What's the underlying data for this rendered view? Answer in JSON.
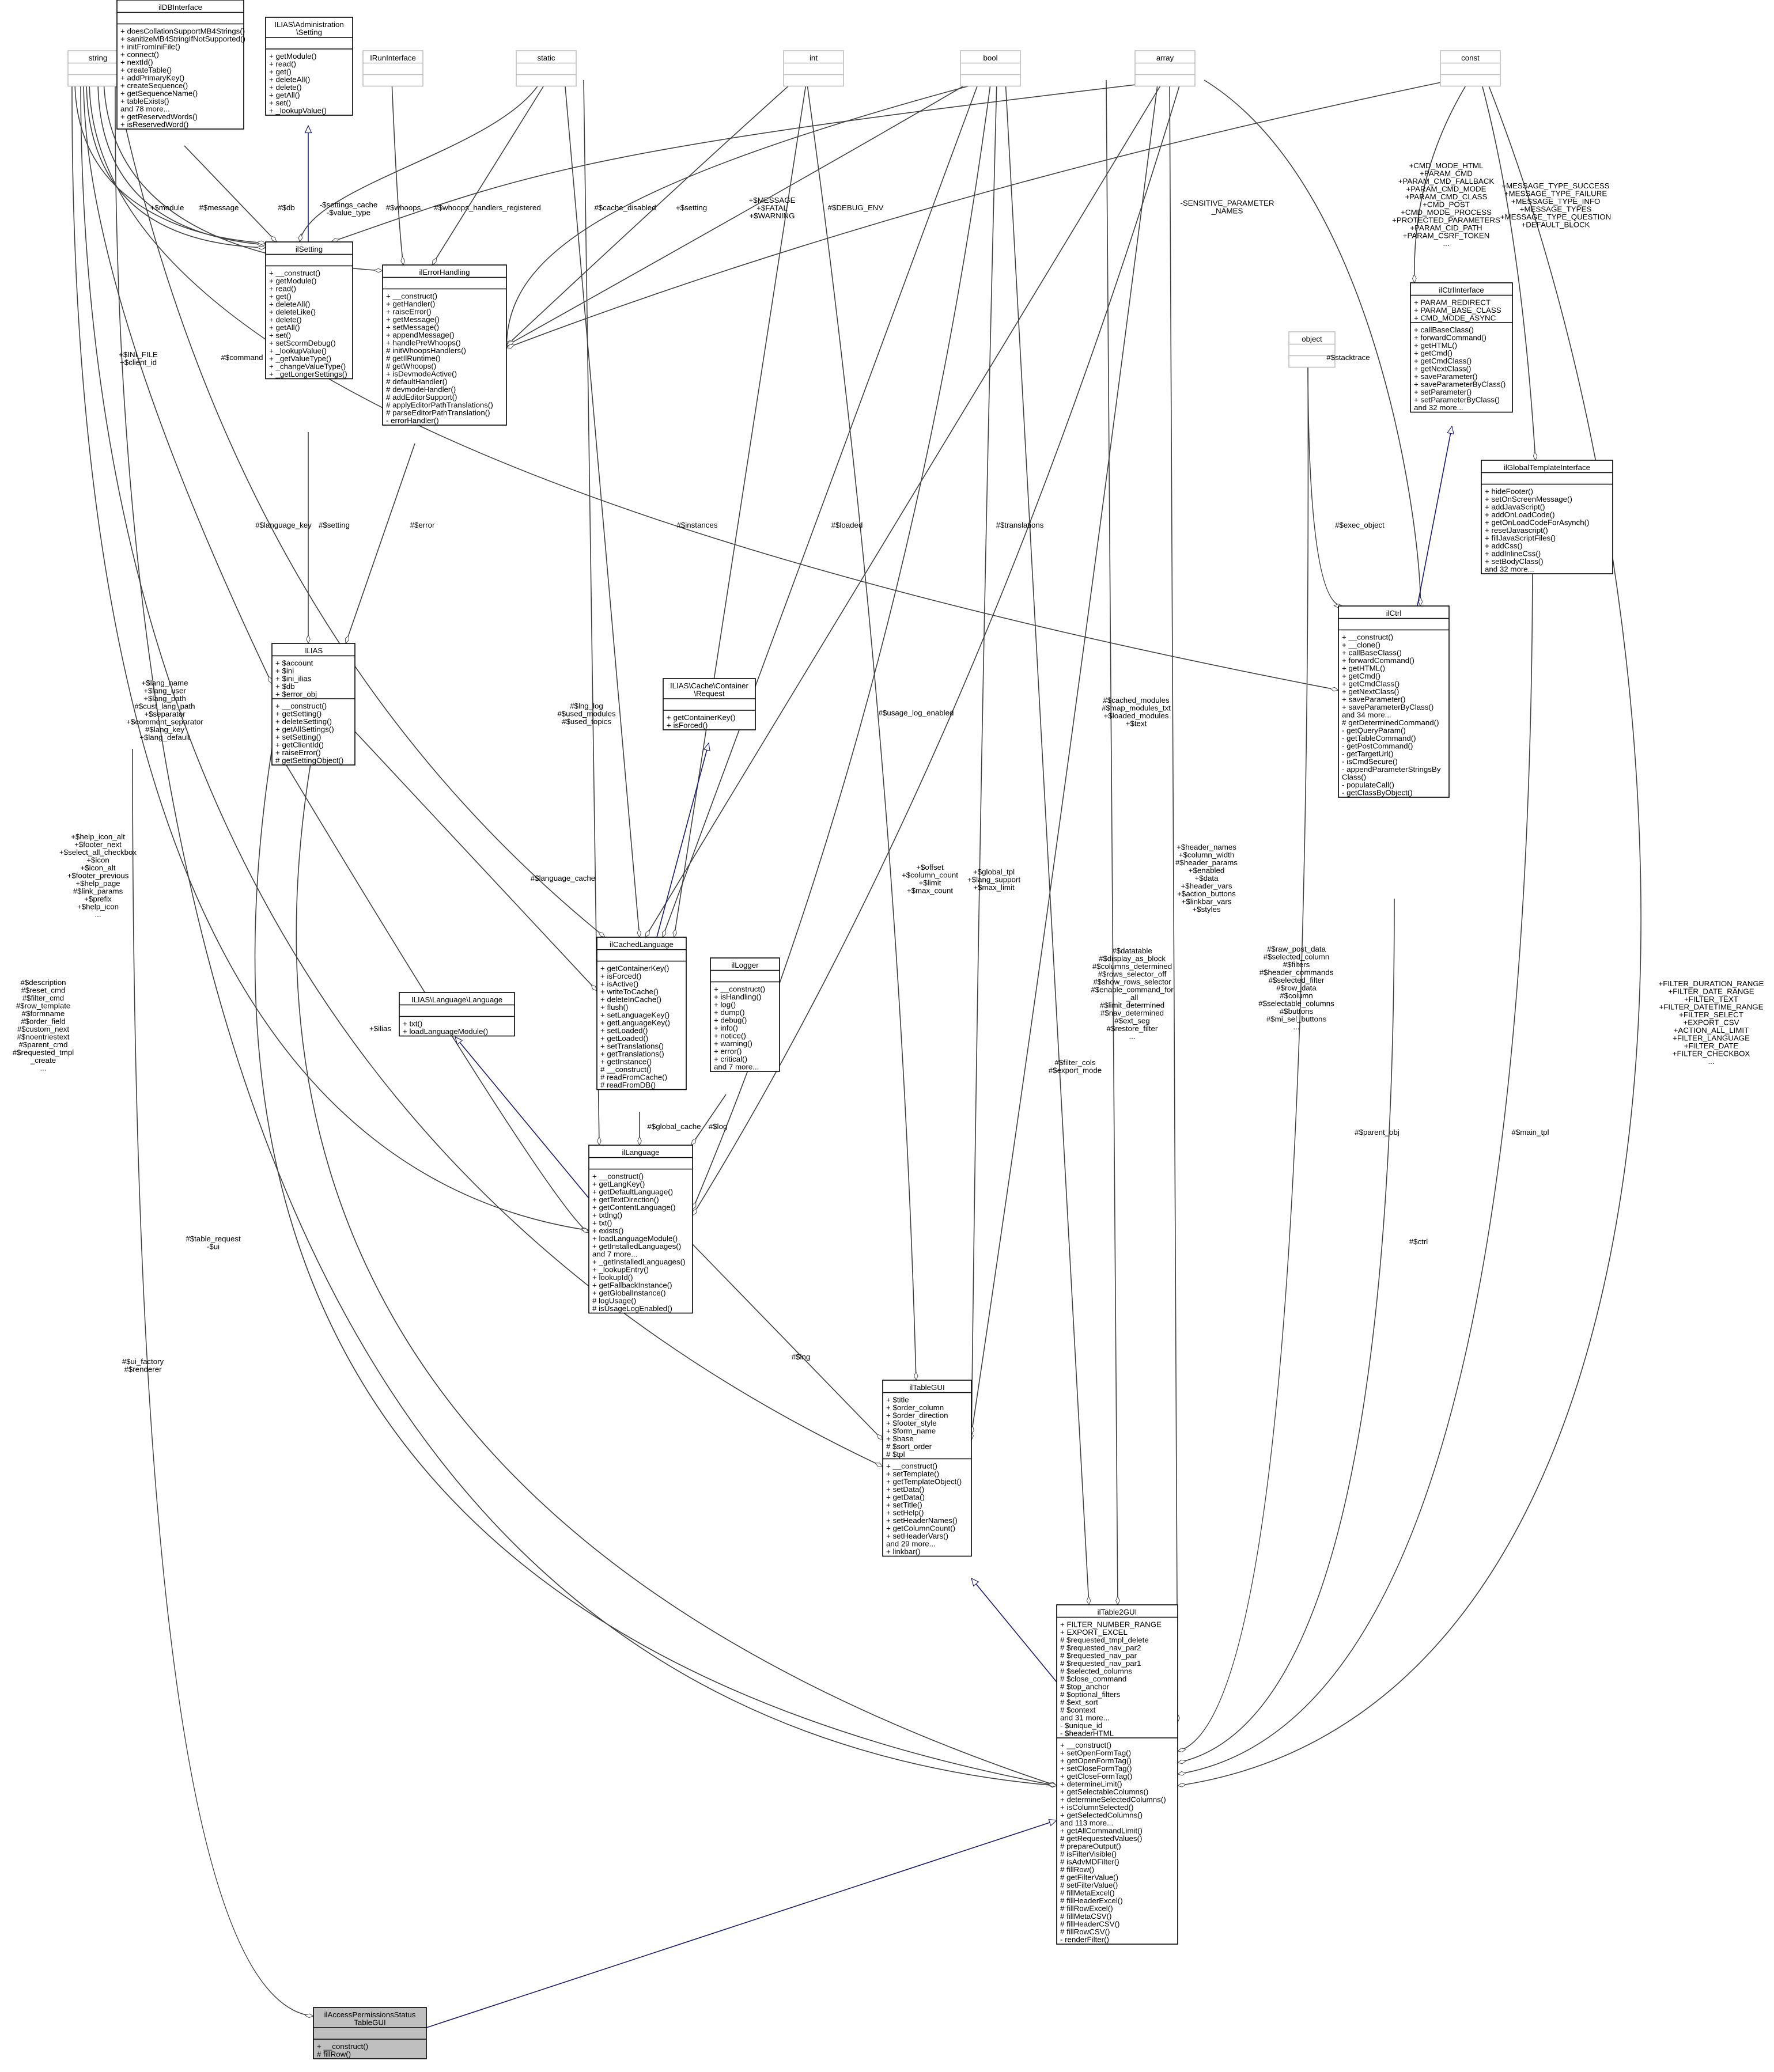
{
  "diagram": {
    "classes": [
      {
        "id": "string",
        "title": [
          "string"
        ],
        "attrs": [],
        "methods": [],
        "dim": true
      },
      {
        "id": "ilDBInterface",
        "title": [
          "ilDBInterface"
        ],
        "attrs": [],
        "methods": [
          "+ doesCollationSupportMB4Strings()",
          "+ sanitizeMB4StringIfNotSupported()",
          "+ initFromIniFile()",
          "+ connect()",
          "+ nextId()",
          "+ createTable()",
          "+ addPrimaryKey()",
          "+ createSequence()",
          "+ getSequenceName()",
          "+ tableExists()",
          "and 78 more...",
          "+ getReservedWords()",
          "+ isReservedWord()"
        ]
      },
      {
        "id": "ILIAS_Admin_Setting",
        "title": [
          "ILIAS\\Administration",
          "\\Setting"
        ],
        "attrs": [],
        "methods": [
          "+ getModule()",
          "+ read()",
          "+ get()",
          "+ deleteAll()",
          "+ delete()",
          "+ getAll()",
          "+ set()",
          "+ _lookupValue()"
        ]
      },
      {
        "id": "IRunInterface",
        "title": [
          "IRunInterface"
        ],
        "attrs": [],
        "methods": [],
        "dim": true
      },
      {
        "id": "static",
        "title": [
          "static"
        ],
        "attrs": [],
        "methods": [],
        "dim": true
      },
      {
        "id": "int",
        "title": [
          "int"
        ],
        "attrs": [],
        "methods": [],
        "dim": true
      },
      {
        "id": "bool",
        "title": [
          "bool"
        ],
        "attrs": [],
        "methods": [],
        "dim": true
      },
      {
        "id": "array",
        "title": [
          "array"
        ],
        "attrs": [],
        "methods": [],
        "dim": true
      },
      {
        "id": "const",
        "title": [
          "const"
        ],
        "attrs": [],
        "methods": [],
        "dim": true
      },
      {
        "id": "ilSetting",
        "title": [
          "ilSetting"
        ],
        "attrs": [],
        "methods": [
          "+ __construct()",
          "+ getModule()",
          "+ read()",
          "+ get()",
          "+ deleteAll()",
          "+ deleteLike()",
          "+ delete()",
          "+ getAll()",
          "+ set()",
          "+ setScormDebug()",
          "+ _lookupValue()",
          "+ _getValueType()",
          "+ _changeValueType()",
          "+ _getLongerSettings()"
        ]
      },
      {
        "id": "ilErrorHandling",
        "title": [
          "ilErrorHandling"
        ],
        "attrs": [],
        "methods": [
          "+ __construct()",
          "+ getHandler()",
          "+ raiseError()",
          "+ getMessage()",
          "+ setMessage()",
          "+ appendMessage()",
          "+ handlePreWhoops()",
          "# initWhoopsHandlers()",
          "# getIlRuntime()",
          "# getWhoops()",
          "+ isDevmodeActive()",
          "# defaultHandler()",
          "# devmodeHandler()",
          "# addEditorSupport()",
          "# applyEditorPathTranslations()",
          "# parseEditorPathTranslation()",
          "- errorHandler()"
        ]
      },
      {
        "id": "ilCtrlInterface",
        "title": [
          "ilCtrlInterface"
        ],
        "attrs": [
          "+ PARAM_REDIRECT",
          "+ PARAM_BASE_CLASS",
          "+ CMD_MODE_ASYNC"
        ],
        "methods": [
          "+ callBaseClass()",
          "+ forwardCommand()",
          "+ getHTML()",
          "+ getCmd()",
          "+ getCmdClass()",
          "+ getNextClass()",
          "+ saveParameter()",
          "+ saveParameterByClass()",
          "+ setParameter()",
          "+ setParameterByClass()",
          "and 32 more..."
        ]
      },
      {
        "id": "object",
        "title": [
          "object"
        ],
        "attrs": [],
        "methods": [],
        "dim": true
      },
      {
        "id": "ilGlobalTemplateInterface",
        "title": [
          "ilGlobalTemplateInterface"
        ],
        "attrs": [],
        "methods": [
          "+ hideFooter()",
          "+ setOnScreenMessage()",
          "+ addJavaScript()",
          "+ addOnLoadCode()",
          "+ getOnLoadCodeForAsynch()",
          "+ resetJavascript()",
          "+ fillJavaScriptFiles()",
          "+ addCss()",
          "+ addInlineCss()",
          "+ setBodyClass()",
          "and 32 more..."
        ]
      },
      {
        "id": "ILIAS",
        "title": [
          "ILIAS"
        ],
        "attrs": [
          "+ $account",
          "+ $ini",
          "+ $ini_ilias",
          "+ $db",
          "+ $error_obj"
        ],
        "methods": [
          "+ __construct()",
          "+ getSetting()",
          "+ deleteSetting()",
          "+ getAllSettings()",
          "+ setSetting()",
          "+ getClientId()",
          "+ raiseError()",
          "# getSettingObject()"
        ]
      },
      {
        "id": "ilCtrl",
        "title": [
          "ilCtrl"
        ],
        "attrs": [],
        "methods": [
          "+ __construct()",
          "+ __clone()",
          "+ callBaseClass()",
          "+ forwardCommand()",
          "+ getHTML()",
          "+ getCmd()",
          "+ getCmdClass()",
          "+ getNextClass()",
          "+ saveParameter()",
          "+ saveParameterByClass()",
          "and 34 more...",
          "# getDeterminedCommand()",
          "- getQueryParam()",
          "- getTableCommand()",
          "- getPostCommand()",
          "- getTargetUrl()",
          "- isCmdSecure()",
          "- appendParameterStringsBy",
          "Class()",
          "- populateCall()",
          "- getClassByObject()"
        ]
      },
      {
        "id": "ILIAS_Cache_Request",
        "title": [
          "ILIAS\\Cache\\Container",
          "\\Request"
        ],
        "attrs": [],
        "methods": [
          "+ getContainerKey()",
          "+ isForced()"
        ]
      },
      {
        "id": "ilCachedLanguage",
        "title": [
          "ilCachedLanguage"
        ],
        "attrs": [],
        "methods": [
          "+ getContainerKey()",
          "+ isForced()",
          "+ isActive()",
          "+ writeToCache()",
          "+ deleteInCache()",
          "+ flush()",
          "+ setLanguageKey()",
          "+ getLanguageKey()",
          "+ setLoaded()",
          "+ getLoaded()",
          "+ setTranslations()",
          "+ getTranslations()",
          "+ getInstance()",
          "# __construct()",
          "# readFromCache()",
          "# readFromDB()"
        ]
      },
      {
        "id": "ilLogger",
        "title": [
          "ilLogger"
        ],
        "attrs": [],
        "methods": [
          "+ __construct()",
          "+ isHandling()",
          "+ log()",
          "+ dump()",
          "+ debug()",
          "+ info()",
          "+ notice()",
          "+ warning()",
          "+ error()",
          "+ critical()",
          "and 7 more..."
        ]
      },
      {
        "id": "ILIAS_Language",
        "title": [
          "ILIAS\\Language\\Language"
        ],
        "attrs": [],
        "methods": [
          "+ txt()",
          "+ loadLanguageModule()"
        ]
      },
      {
        "id": "ilLanguage",
        "title": [
          "ilLanguage"
        ],
        "attrs": [],
        "methods": [
          "+ __construct()",
          "+ getLangKey()",
          "+ getDefaultLanguage()",
          "+ getTextDirection()",
          "+ getContentLanguage()",
          "+ txtlng()",
          "+ txt()",
          "+ exists()",
          "+ loadLanguageModule()",
          "+ getInstalledLanguages()",
          "and 7 more...",
          "+ _getInstalledLanguages()",
          "+ _lookupEntry()",
          "+ lookupId()",
          "+ getFallbackInstance()",
          "+ getGlobalInstance()",
          "# logUsage()",
          "# isUsageLogEnabled()"
        ]
      },
      {
        "id": "ilTableGUI",
        "title": [
          "ilTableGUI"
        ],
        "attrs": [
          "+ $title",
          "+ $order_column",
          "+ $order_direction",
          "+ $footer_style",
          "+ $form_name",
          "+ $base",
          "# $sort_order",
          "# $tpl"
        ],
        "methods": [
          "+ __construct()",
          "+ setTemplate()",
          "+ getTemplateObject()",
          "+ setData()",
          "+ getData()",
          "+ setTitle()",
          "+ setHelp()",
          "+ setHeaderNames()",
          "+ getColumnCount()",
          "+ setHeaderVars()",
          "and 29 more...",
          "+ linkbar()"
        ]
      },
      {
        "id": "ilTable2GUI",
        "title": [
          "ilTable2GUI"
        ],
        "attrs": [
          "+ FILTER_NUMBER_RANGE",
          "+ EXPORT_EXCEL",
          "# $requested_tmpl_delete",
          "# $requested_nav_par2",
          "# $requested_nav_par",
          "# $requested_nav_par1",
          "# $selected_columns",
          "# $close_command",
          "# $top_anchor",
          "# $optional_filters",
          "# $ext_sort",
          "# $context",
          "and 31 more...",
          "- $unique_id",
          "- $headerHTML"
        ],
        "methods": [
          "+ __construct()",
          "+ setOpenFormTag()",
          "+ getOpenFormTag()",
          "+ setCloseFormTag()",
          "+ getCloseFormTag()",
          "+ determineLimit()",
          "+ getSelectableColumns()",
          "+ determineSelectedColumns()",
          "+ isColumnSelected()",
          "+ getSelectedColumns()",
          "and 113 more...",
          "+ getAllCommandLimit()",
          "# getRequestedValues()",
          "# prepareOutput()",
          "# isFilterVisible()",
          "# isAdvMDFilter()",
          "# fillRow()",
          "# getFilterValue()",
          "# setFilterValue()",
          "# fillMetaExcel()",
          "# fillHeaderExcel()",
          "# fillRowExcel()",
          "# fillMetaCSV()",
          "# fillHeaderCSV()",
          "# fillRowCSV()",
          "- renderFilter()"
        ]
      },
      {
        "id": "ilAccessPermissionsStatusTableGUI",
        "title": [
          "ilAccessPermissionsStatus",
          "TableGUI"
        ],
        "attrs": [],
        "methods": [
          "+ __construct()",
          "# fillRow()"
        ],
        "fill": "#bfbfbf"
      }
    ],
    "edge_labels": [
      {
        "id": "L_module",
        "lines": [
          "+$module"
        ]
      },
      {
        "id": "L_message",
        "lines": [
          "#$message"
        ]
      },
      {
        "id": "L_db",
        "lines": [
          "#$db"
        ]
      },
      {
        "id": "L_settings_cache",
        "lines": [
          "-$settings_cache",
          "-$value_type"
        ]
      },
      {
        "id": "L_whoops",
        "lines": [
          "#$whoops"
        ]
      },
      {
        "id": "L_whoops_reg",
        "lines": [
          "#$whoops_handlers_registered"
        ]
      },
      {
        "id": "L_cache_disabled",
        "lines": [
          "#$cache_disabled"
        ]
      },
      {
        "id": "L_setting_static",
        "lines": [
          "+$setting"
        ]
      },
      {
        "id": "L_fatal",
        "lines": [
          "+$MESSAGE",
          "+$FATAL",
          "+$WARNING"
        ]
      },
      {
        "id": "L_debug_env",
        "lines": [
          "#$DEBUG_ENV"
        ]
      },
      {
        "id": "L_sensitive",
        "lines": [
          "-SENSITIVE_PARAMETER",
          "_NAMES"
        ]
      },
      {
        "id": "L_cmd_modes",
        "lines": [
          "+CMD_MODE_HTML",
          "+PARAM_CMD",
          "+PARAM_CMD_FALLBACK",
          "+PARAM_CMD_MODE",
          "+PARAM_CMD_CLASS",
          "+CMD_POST",
          "+CMD_MODE_PROCESS",
          "+PROTECTED_PARAMETERS",
          "+PARAM_CID_PATH",
          "+PARAM_CSRF_TOKEN",
          "..."
        ]
      },
      {
        "id": "L_msg_types",
        "lines": [
          "+MESSAGE_TYPE_SUCCESS",
          "+MESSAGE_TYPE_FAILURE",
          "+MESSAGE_TYPE_INFO",
          "+MESSAGE_TYPES",
          "+MESSAGE_TYPE_QUESTION",
          "+DEFAULT_BLOCK"
        ]
      },
      {
        "id": "L_command",
        "lines": [
          "#$command"
        ]
      },
      {
        "id": "L_ini_file",
        "lines": [
          "+$INI_FILE",
          "+$client_id"
        ]
      },
      {
        "id": "L_stacktrace",
        "lines": [
          "#$stacktrace"
        ]
      },
      {
        "id": "L_language_key",
        "lines": [
          "#$language_key"
        ]
      },
      {
        "id": "L_setting",
        "lines": [
          "#$setting"
        ]
      },
      {
        "id": "L_error",
        "lines": [
          "#$error"
        ]
      },
      {
        "id": "L_instances",
        "lines": [
          "#$instances"
        ]
      },
      {
        "id": "L_loaded",
        "lines": [
          "#$loaded"
        ]
      },
      {
        "id": "L_translations",
        "lines": [
          "#$translations"
        ]
      },
      {
        "id": "L_exec_object",
        "lines": [
          "#$exec_object"
        ]
      },
      {
        "id": "L_lang_name",
        "lines": [
          "+$lang_name",
          "+$lang_user",
          "+$lang_path",
          "#$cust_lang_path",
          "+$separator",
          "+$comment_separator",
          "#$lang_key",
          "+$lang_default"
        ]
      },
      {
        "id": "L_lng_log",
        "lines": [
          "#$lng_log",
          "#$used_modules",
          "#$used_topics"
        ]
      },
      {
        "id": "L_usage_log",
        "lines": [
          "#$usage_log_enabled"
        ]
      },
      {
        "id": "L_cached_modules",
        "lines": [
          "#$cached_modules",
          "#$map_modules_txt",
          "+$loaded_modules",
          "+$text"
        ]
      },
      {
        "id": "L_help_icon",
        "lines": [
          "+$help_icon_alt",
          "+$footer_next",
          "+$select_all_checkbox",
          "+$icon",
          "+$icon_alt",
          "+$footer_previous",
          "+$help_page",
          "#$link_params",
          "+$prefix",
          "+$help_icon",
          "..."
        ]
      },
      {
        "id": "L_language_cache",
        "lines": [
          "#$language_cache"
        ]
      },
      {
        "id": "L_offset",
        "lines": [
          "+$offset",
          "+$column_count",
          "+$limit",
          "+$max_count"
        ]
      },
      {
        "id": "L_global_tpl",
        "lines": [
          "+$global_tpl",
          "+$lang_support",
          "+$max_limit"
        ]
      },
      {
        "id": "L_header_names",
        "lines": [
          "+$header_names",
          "+$column_width",
          "#$header_params",
          "+$enabled",
          "+$data",
          "+$header_vars",
          "+$action_buttons",
          "+$linkbar_vars",
          "+$styles"
        ]
      },
      {
        "id": "L_description",
        "lines": [
          "#$description",
          "#$reset_cmd",
          "#$filter_cmd",
          "#$row_template",
          "#$formname",
          "#$order_field",
          "#$custom_next",
          "#$noentriestext",
          "#$parent_cmd",
          "#$requested_tmpl",
          "_create",
          "..."
        ]
      },
      {
        "id": "L_ilias",
        "lines": [
          "+$ilias"
        ]
      },
      {
        "id": "L_datatable",
        "lines": [
          "#$datatable",
          "#$display_as_block",
          "#$columns_determined",
          "#$rows_selector_off",
          "#$show_rows_selector",
          "#$enable_command_for",
          "_all",
          "#$limit_determined",
          "#$nav_determined",
          "#$ext_seg",
          "#$restore_filter",
          "..."
        ]
      },
      {
        "id": "L_raw_post",
        "lines": [
          "#$raw_post_data",
          "#$selected_column",
          "#$filters",
          "#$header_commands",
          "#$selected_filter",
          "#$row_data",
          "#$column",
          "#$selectable_columns",
          "#$buttons",
          "#$mi_sel_buttons",
          "..."
        ]
      },
      {
        "id": "L_filter_duration",
        "lines": [
          "+FILTER_DURATION_RANGE",
          "+FILTER_DATE_RANGE",
          "+FILTER_TEXT",
          "+FILTER_DATETIME_RANGE",
          "+FILTER_SELECT",
          "+EXPORT_CSV",
          "+ACTION_ALL_LIMIT",
          "+FILTER_LANGUAGE",
          "+FILTER_DATE",
          "+FILTER_CHECKBOX",
          "..."
        ]
      },
      {
        "id": "L_global_cache",
        "lines": [
          "#$global_cache"
        ]
      },
      {
        "id": "L_log",
        "lines": [
          "#$log"
        ]
      },
      {
        "id": "L_filter_cols",
        "lines": [
          "#$filter_cols",
          "#$export_mode"
        ]
      },
      {
        "id": "L_parent_obj",
        "lines": [
          "#$parent_obj"
        ]
      },
      {
        "id": "L_main_tpl",
        "lines": [
          "#$main_tpl"
        ]
      },
      {
        "id": "L_table_request",
        "lines": [
          "#$table_request",
          "-$ui"
        ]
      },
      {
        "id": "L_lng",
        "lines": [
          "#$lng"
        ]
      },
      {
        "id": "L_ctrl",
        "lines": [
          "#$ctrl"
        ]
      },
      {
        "id": "L_ui_factory",
        "lines": [
          "#$ui_factory",
          "#$renderer"
        ]
      }
    ]
  }
}
